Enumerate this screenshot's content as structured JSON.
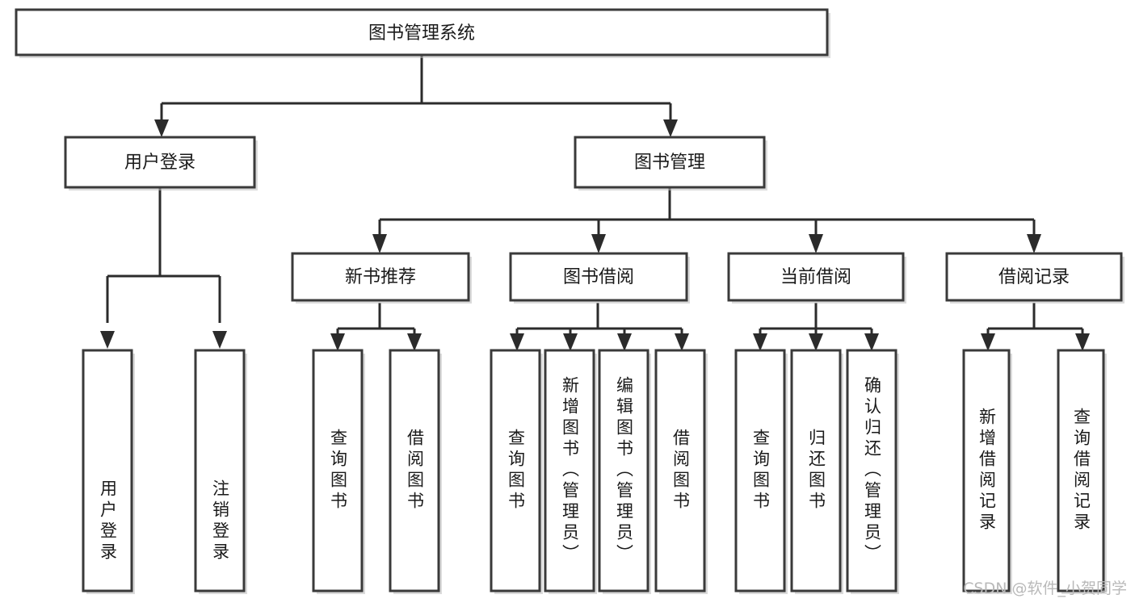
{
  "diagram": {
    "title": "图书管理系统",
    "type": "tree",
    "root": {
      "id": "root",
      "label": "图书管理系统"
    },
    "level2": [
      {
        "id": "user-login",
        "label": "用户登录"
      },
      {
        "id": "book-manage",
        "label": "图书管理"
      }
    ],
    "level3": [
      {
        "id": "new-book-rec",
        "label": "新书推荐",
        "parent": "book-manage"
      },
      {
        "id": "book-borrow",
        "label": "图书借阅",
        "parent": "book-manage"
      },
      {
        "id": "current-borrow",
        "label": "当前借阅",
        "parent": "book-manage"
      },
      {
        "id": "borrow-record",
        "label": "借阅记录",
        "parent": "book-manage"
      }
    ],
    "leaves": [
      {
        "id": "leaf-user-login",
        "label": "用户登录",
        "parent": "user-login"
      },
      {
        "id": "leaf-logout",
        "label": "注销登录",
        "parent": "user-login"
      },
      {
        "id": "leaf-query-book-1",
        "label": "查询图书",
        "parent": "new-book-rec"
      },
      {
        "id": "leaf-borrow-book-1",
        "label": "借阅图书",
        "parent": "new-book-rec"
      },
      {
        "id": "leaf-query-book-2",
        "label": "查询图书",
        "parent": "book-borrow"
      },
      {
        "id": "leaf-add-book",
        "label": "新增图书（管理员）",
        "parent": "book-borrow"
      },
      {
        "id": "leaf-edit-book",
        "label": "编辑图书（管理员）",
        "parent": "book-borrow"
      },
      {
        "id": "leaf-borrow-book-2",
        "label": "借阅图书",
        "parent": "book-borrow"
      },
      {
        "id": "leaf-query-book-3",
        "label": "查询图书",
        "parent": "current-borrow"
      },
      {
        "id": "leaf-return-book",
        "label": "归还图书",
        "parent": "current-borrow"
      },
      {
        "id": "leaf-confirm-return",
        "label": "确认归还（管理员）",
        "parent": "current-borrow"
      },
      {
        "id": "leaf-add-record",
        "label": "新增借阅记录",
        "parent": "borrow-record"
      },
      {
        "id": "leaf-query-record",
        "label": "查询借阅记录",
        "parent": "borrow-record"
      }
    ],
    "colors": {
      "stroke": "#3a3a3a",
      "edge": "#2b2b2b",
      "fill": "#ffffff",
      "text": "#1a1a1a",
      "watermark": "#b9b9b9"
    }
  },
  "watermark": {
    "text": "CSDN @软件_小贺同学"
  }
}
